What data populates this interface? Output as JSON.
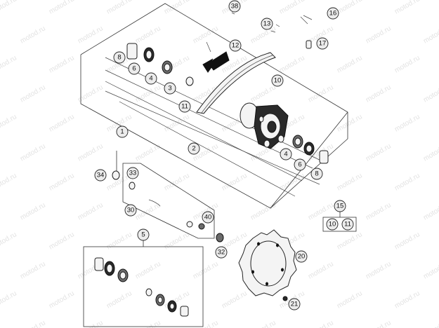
{
  "watermark": {
    "text": "motod.ru"
  },
  "colors": {
    "callout_fill": "#ececec",
    "line": "#333333",
    "watermark": "#e3e3e3"
  },
  "callouts": [
    {
      "label": "38"
    },
    {
      "label": "16"
    },
    {
      "label": "13"
    },
    {
      "label": "12"
    },
    {
      "label": "17"
    },
    {
      "label": "8"
    },
    {
      "label": "6"
    },
    {
      "label": "4"
    },
    {
      "label": "3"
    },
    {
      "label": "10"
    },
    {
      "label": "11"
    },
    {
      "label": "1"
    },
    {
      "label": "2"
    },
    {
      "label": "4"
    },
    {
      "label": "6"
    },
    {
      "label": "8"
    },
    {
      "label": "34"
    },
    {
      "label": "33"
    },
    {
      "label": "30"
    },
    {
      "label": "40"
    },
    {
      "label": "15"
    },
    {
      "label": "10"
    },
    {
      "label": "11"
    },
    {
      "label": "5"
    },
    {
      "label": "32"
    },
    {
      "label": "20"
    },
    {
      "label": "21"
    }
  ]
}
